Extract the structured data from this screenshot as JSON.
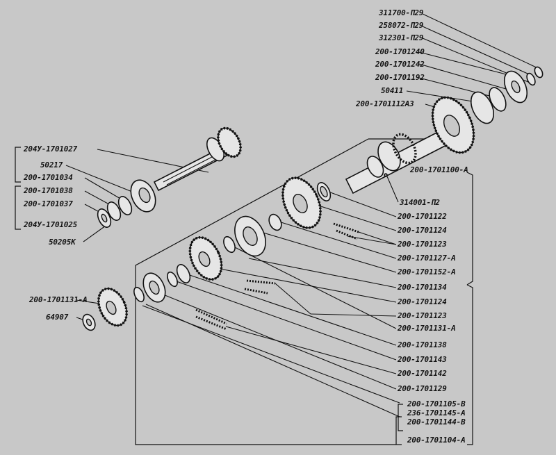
{
  "labels": {
    "l01": "311700-П29",
    "l02": "258072-П29",
    "l03": "312301-П29",
    "l04": "200-1701240",
    "l05": "200-1701242",
    "l06": "200-1701192",
    "l07": "50411",
    "l08": "200-1701112А3",
    "l09": "204У-1701027",
    "l10": "50217",
    "l11": "200-1701034",
    "l12": "200-1701038",
    "l13": "200-1701037",
    "l14": "204У-1701025",
    "l15": "50205К",
    "l16": "200-1701100-А",
    "l17": "314001-П2",
    "l18": "200-1701122",
    "l19": "200-1701124",
    "l20": "200-1701123",
    "l21": "200-1701127-А",
    "l22": "200-1701152-А",
    "l23": "200-1701134",
    "l24": "200-1701124",
    "l25": "200-1701123",
    "l26": "200-1701131-А",
    "l27": "200-1701138",
    "l28": "200-1701143",
    "l29": "200-1701142",
    "l30": "200-1701129",
    "l31": "200-1701105-В",
    "l32": "236-1701145-А",
    "l33": "200-1701144-В",
    "l34": "200-1701104-А",
    "l35": "200-1701131-А",
    "l36": "64907"
  }
}
